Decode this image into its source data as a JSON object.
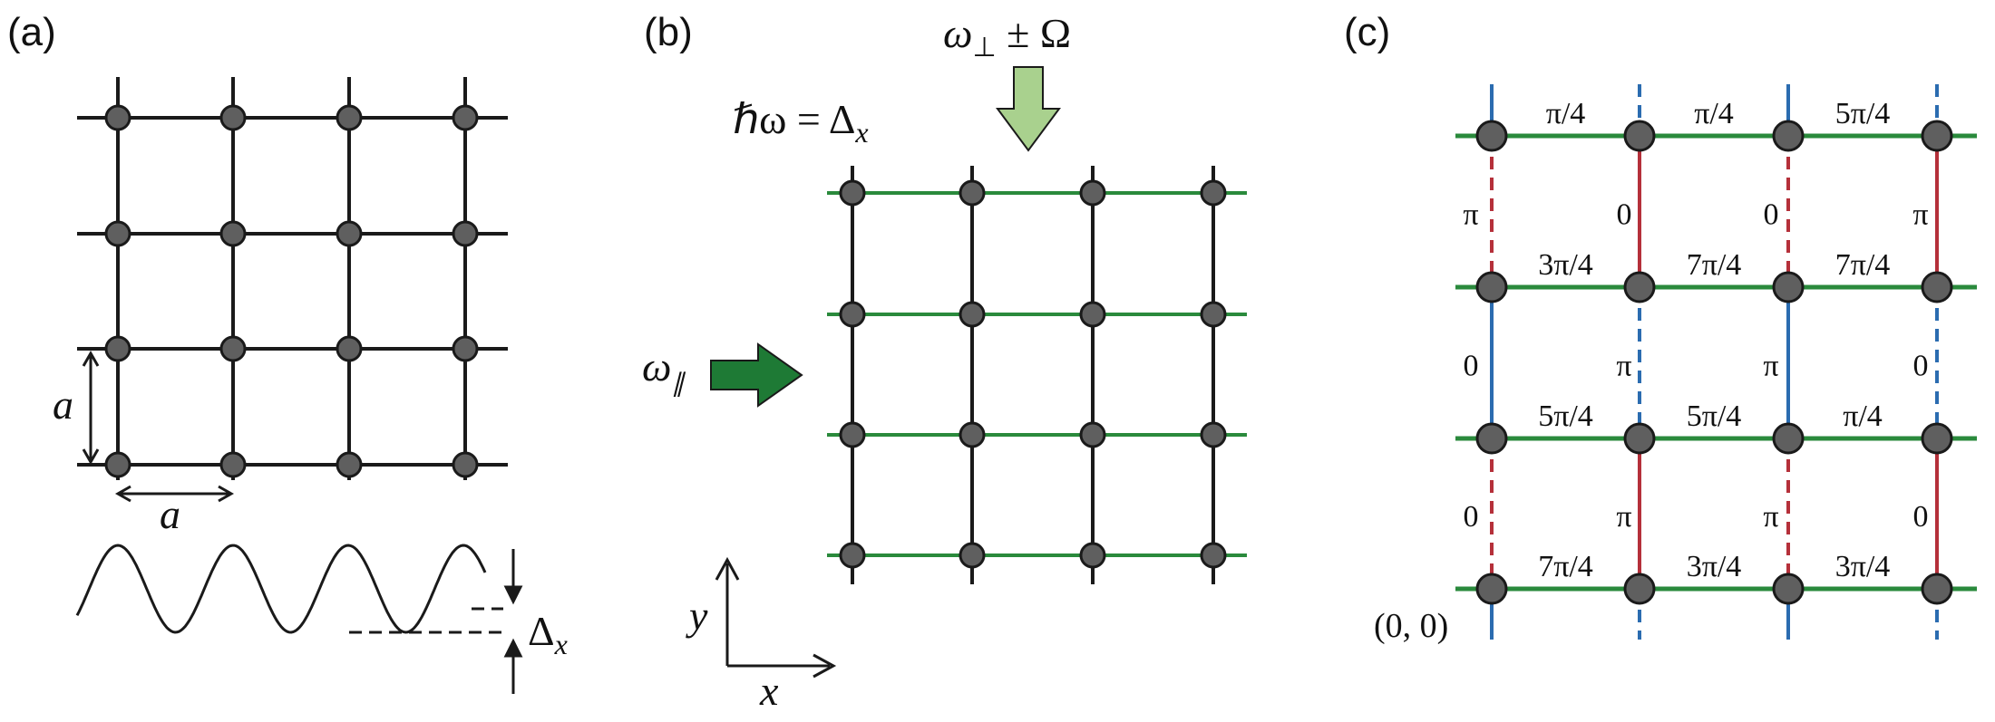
{
  "panels": {
    "a": {
      "label": "(a)",
      "spacing_label": "a",
      "spacing_label_h": "a",
      "depth_label": "Δ",
      "depth_sub": "x"
    },
    "b": {
      "label": "(b)",
      "energy_lhs": "ℏω = Δ",
      "energy_sub": "x",
      "perp_drive": "ω",
      "perp_sub": "⊥",
      "perp_rest": " ± Ω",
      "par_drive": "ω",
      "par_sub": "∥",
      "axis_y": "y",
      "axis_x": "x",
      "colors": {
        "horizontal_bonds": "#2a8a3c",
        "vertical_bonds": "#1a1a1a",
        "perp_arrow": "#a9d18e",
        "par_arrow": "#1e7a35"
      }
    },
    "c": {
      "label": "(c)",
      "origin": "(0, 0)",
      "row_phases": [
        [
          "π/4",
          "π/4",
          "5π/4"
        ],
        [
          "3π/4",
          "7π/4",
          "7π/4"
        ],
        [
          "5π/4",
          "5π/4",
          "π/4"
        ],
        [
          "7π/4",
          "3π/4",
          "3π/4"
        ]
      ],
      "col_phases": [
        [
          "π",
          "0",
          "0",
          "π"
        ],
        [
          "0",
          "π",
          "π",
          "0"
        ],
        [
          "0",
          "π",
          "π",
          "0"
        ]
      ],
      "colors": {
        "horizontal": "#2a8a3c",
        "blue": "#2b6cb0",
        "red": "#b5303a"
      }
    }
  }
}
